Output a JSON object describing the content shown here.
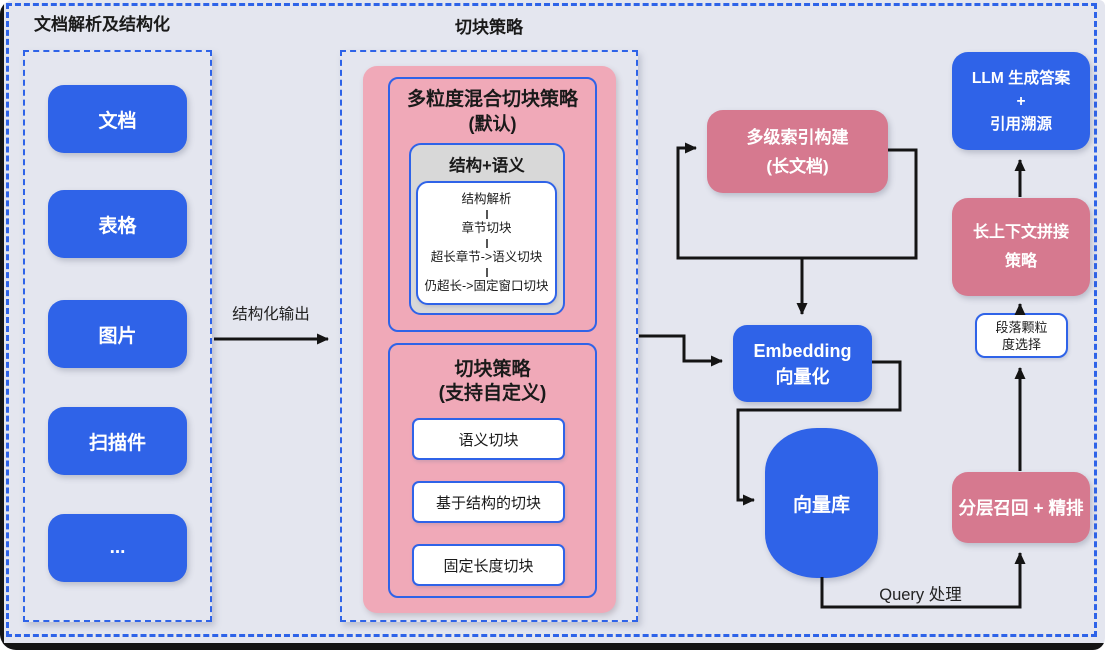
{
  "left_panel": {
    "title": "文档解析及结构化",
    "items": [
      "文档",
      "表格",
      "图片",
      "扫描件",
      "..."
    ]
  },
  "flow_labels": {
    "structured_output": "结构化输出",
    "query_processing": "Query 处理"
  },
  "chunk_panel": {
    "title": "切块策略",
    "default_strategy": {
      "title_line1": "多粒度混合切块策略",
      "title_line2": "(默认)",
      "method_title": "结构+语义",
      "pipeline_steps": [
        "结构解析",
        "章节切块",
        "超长章节->语义切块",
        "仍超长->固定窗口切块"
      ]
    },
    "custom_strategy": {
      "title_line1": "切块策略",
      "title_line2": "(支持自定义)",
      "options": [
        "语义切块",
        "基于结构的切块",
        "固定长度切块"
      ]
    }
  },
  "index_stage": {
    "line1": "多级索引构建",
    "line2": "(长文档)"
  },
  "embedding_stage": {
    "line1": "Embedding",
    "line2": "向量化"
  },
  "vector_store": {
    "label": "向量库"
  },
  "retrieval_stage": {
    "label": "分层召回 + 精排"
  },
  "granularity_select": {
    "line1": "段落颗粒",
    "line2": "度选择"
  },
  "context_stage": {
    "line1": "长上下文拼接",
    "line2": "策略"
  },
  "llm_stage": {
    "line1": "LLM 生成答案",
    "line2": "+",
    "line3": "引用溯源"
  },
  "colors": {
    "blue": "#2f63e8",
    "rose": "#d6798f",
    "light_pink": "#f0a9b8",
    "panel_gray": "#d8d8d8",
    "background": "#e4e6ef",
    "dash_blue": "#2e63e8",
    "line_black": "#141414",
    "text_dark": "#1a1a1a"
  }
}
